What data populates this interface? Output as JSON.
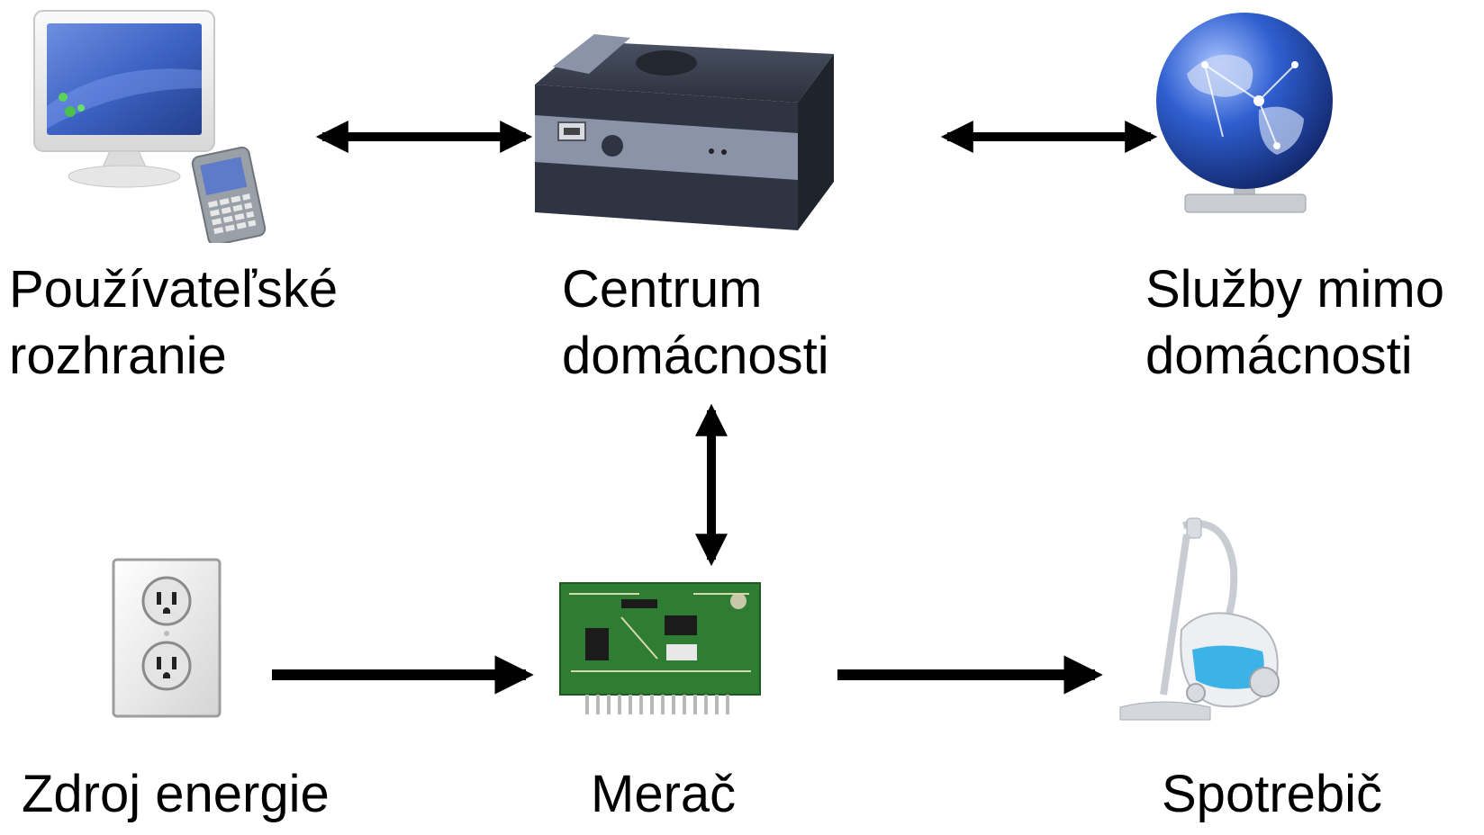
{
  "diagram": {
    "nodes": {
      "user_interface": {
        "label_line1": "Používateľské",
        "label_line2": "rozhranie",
        "icon": "monitor-and-phone-icon"
      },
      "home_center": {
        "label_line1": "Centrum",
        "label_line2": "domácnosti",
        "icon": "mini-pc-icon"
      },
      "external_services": {
        "label_line1": "Služby mimo",
        "label_line2": "domácnosti",
        "icon": "network-globe-icon"
      },
      "energy_source": {
        "label": "Zdroj energie",
        "icon": "power-outlet-icon"
      },
      "meter": {
        "label": "Merač",
        "icon": "circuit-board-icon"
      },
      "appliance": {
        "label": "Spotrebič",
        "icon": "vacuum-cleaner-icon"
      }
    },
    "edges": [
      {
        "from": "user_interface",
        "to": "home_center",
        "direction": "both"
      },
      {
        "from": "home_center",
        "to": "external_services",
        "direction": "both"
      },
      {
        "from": "home_center",
        "to": "meter",
        "direction": "both"
      },
      {
        "from": "energy_source",
        "to": "meter",
        "direction": "forward"
      },
      {
        "from": "meter",
        "to": "appliance",
        "direction": "forward"
      }
    ],
    "colors": {
      "arrow": "#000000",
      "pc_body": "#2e3442",
      "pc_panel": "#8b93a8",
      "globe": "#2a4fa8",
      "board": "#2f7d32",
      "vacuum_accent": "#3bb3e6",
      "monitor_screen": "#3d63c4"
    }
  }
}
